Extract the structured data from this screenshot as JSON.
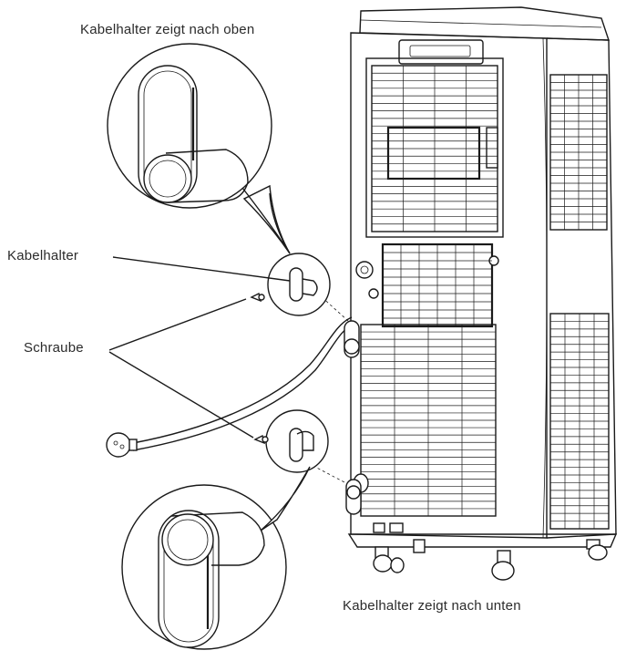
{
  "labels": {
    "holder_up": "Kabelhalter zeigt nach oben",
    "holder": "Kabelhalter",
    "screw": "Schraube",
    "holder_down": "Kabelhalter zeigt nach unten"
  }
}
